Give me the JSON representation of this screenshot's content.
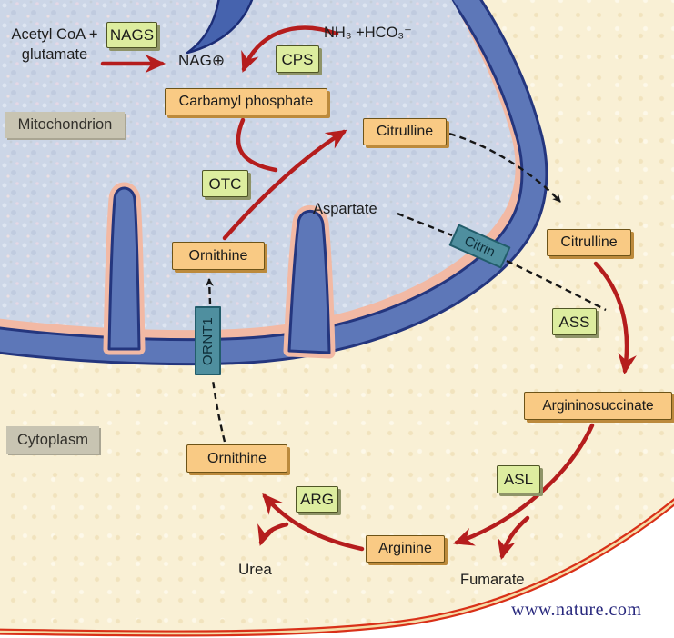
{
  "labels": {
    "substrate_line1": "Acetyl CoA +",
    "substrate_line2": "glutamate",
    "nag": "NAG⊕",
    "ammonia": "NH₃ +HCO₃⁻",
    "aspartate": "Aspartate",
    "urea": "Urea",
    "fumarate": "Fumarate"
  },
  "compartments": {
    "mitochondrion": "Mitochondrion",
    "cytoplasm": "Cytoplasm"
  },
  "metabolites": {
    "carbamyl_phosphate": "Carbamyl phosphate",
    "citrulline_mito": "Citrulline",
    "citrulline_cyto": "Citrulline",
    "ornithine_mito": "Ornithine",
    "ornithine_cyto": "Ornithine",
    "argininosuccinate": "Argininosuccinate",
    "arginine": "Arginine"
  },
  "enzymes": {
    "nags": "NAGS",
    "cps": "CPS",
    "otc": "OTC",
    "ass": "ASS",
    "asl": "ASL",
    "arg": "ARG"
  },
  "transporters": {
    "citrin": "Citrin",
    "ornt1": "ORNT1"
  },
  "watermark": "www.nature.com",
  "colors": {
    "metabolite_fill": "#f9ca84",
    "metabolite_border": "#6d5317",
    "enzyme_fill": "#dded9f",
    "transporter_fill": "#4f8f9f",
    "compartment_label_fill": "#c8c4b2",
    "arrow_red": "#b51d1d",
    "dashed_black": "#161616",
    "mitochondrion_membrane": "#5d77b8",
    "mitochondrion_outline": "#24367e",
    "inner_membrane_line": "#f2b9a4",
    "matrix_fill": "#ccd6e7",
    "cytoplasm_fill": "#f9f0d5",
    "cell_membrane": "#d93018",
    "outside_cell": "#ffffff",
    "watermark_color": "#29297e"
  }
}
